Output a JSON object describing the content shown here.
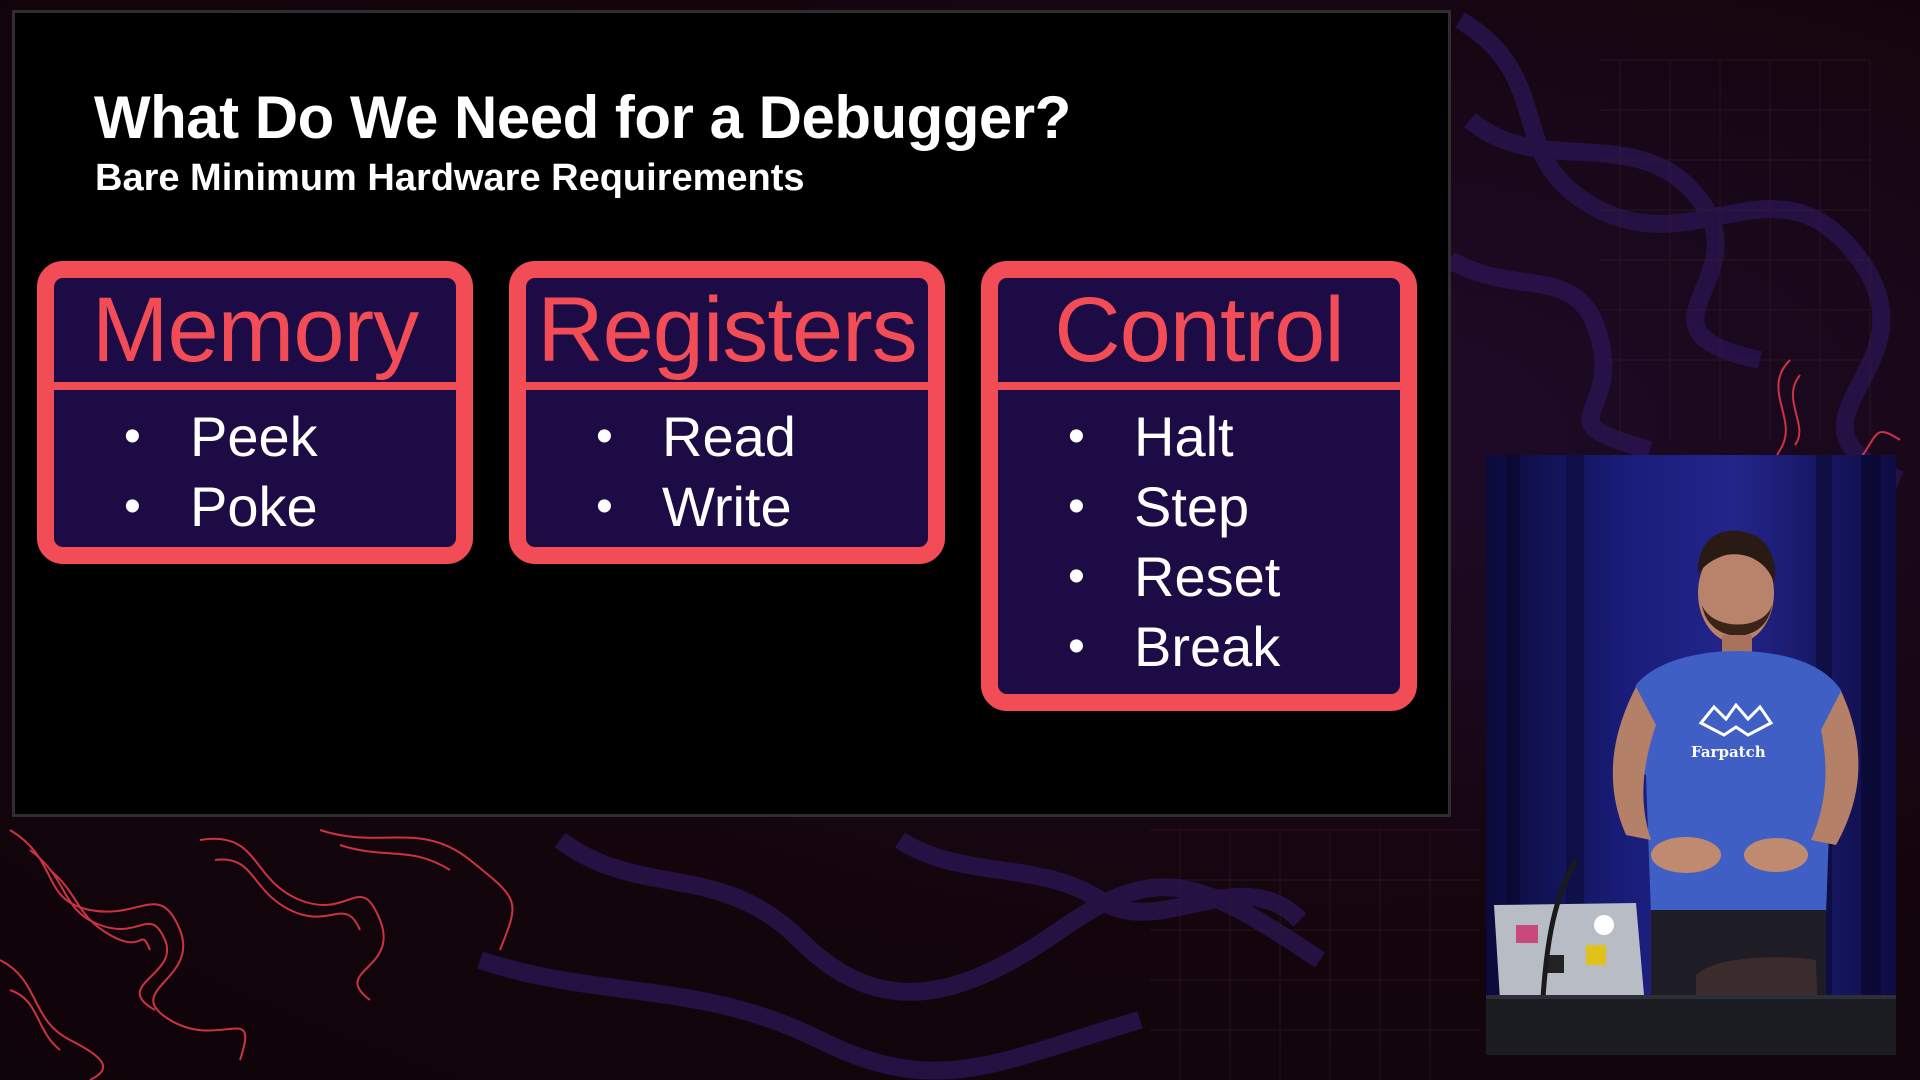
{
  "slide": {
    "title": "What Do We Need for a Debugger?",
    "subtitle": "Bare Minimum Hardware Requirements",
    "cards": [
      {
        "heading": "Memory",
        "items": [
          "Peek",
          "Poke"
        ]
      },
      {
        "heading": "Registers",
        "items": [
          "Read",
          "Write"
        ]
      },
      {
        "heading": "Control",
        "items": [
          "Halt",
          "Step",
          "Reset",
          "Break"
        ]
      }
    ],
    "bullet_glyph": "•",
    "colors": {
      "accent": "#f24d57",
      "card_fill": "#1c0b44",
      "slide_bg": "#000000",
      "text": "#ffffff"
    }
  },
  "presenter": {
    "shirt_text": "Farpatch",
    "shirt_color": "#3f5fc4"
  },
  "background": {
    "colors": {
      "base": "#16060d",
      "contour_red": "#e0384a",
      "contour_purple": "#2a1450"
    }
  }
}
